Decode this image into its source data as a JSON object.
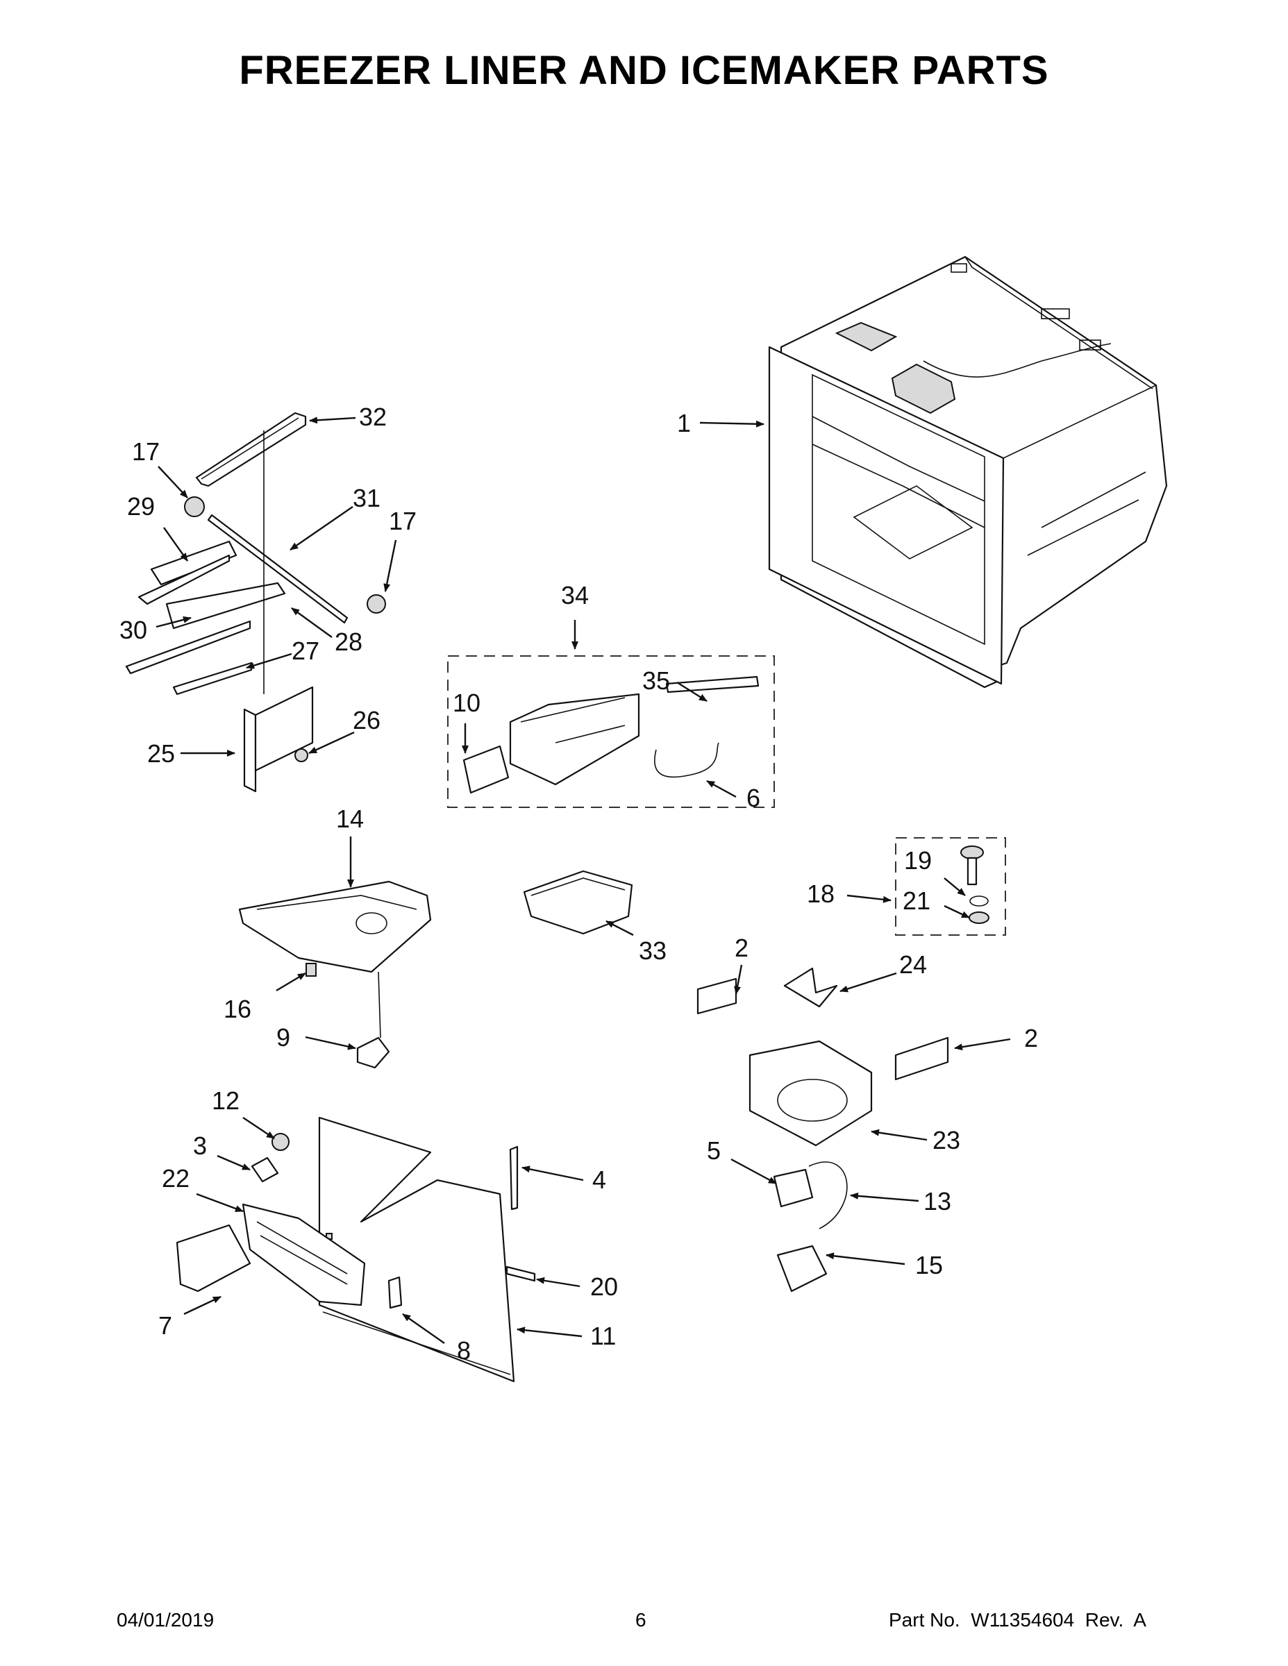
{
  "title": "FREEZER LINER AND ICEMAKER PARTS",
  "footer": {
    "date": "04/01/2019",
    "page": "6",
    "part_no": "Part No.  W11354604  Rev.  A"
  },
  "callouts": {
    "c1": "1",
    "c2a": "2",
    "c2b": "2",
    "c3": "3",
    "c4": "4",
    "c5": "5",
    "c6": "6",
    "c7": "7",
    "c8": "8",
    "c9": "9",
    "c10": "10",
    "c11": "11",
    "c12": "12",
    "c13": "13",
    "c14": "14",
    "c15": "15",
    "c16": "16",
    "c17a": "17",
    "c17b": "17",
    "c18": "18",
    "c19": "19",
    "c20": "20",
    "c21": "21",
    "c22": "22",
    "c23": "23",
    "c24": "24",
    "c25": "25",
    "c26": "26",
    "c27": "27",
    "c28": "28",
    "c29": "29",
    "c30": "30",
    "c31": "31",
    "c32": "32",
    "c33": "33",
    "c34": "34",
    "c35": "35"
  }
}
